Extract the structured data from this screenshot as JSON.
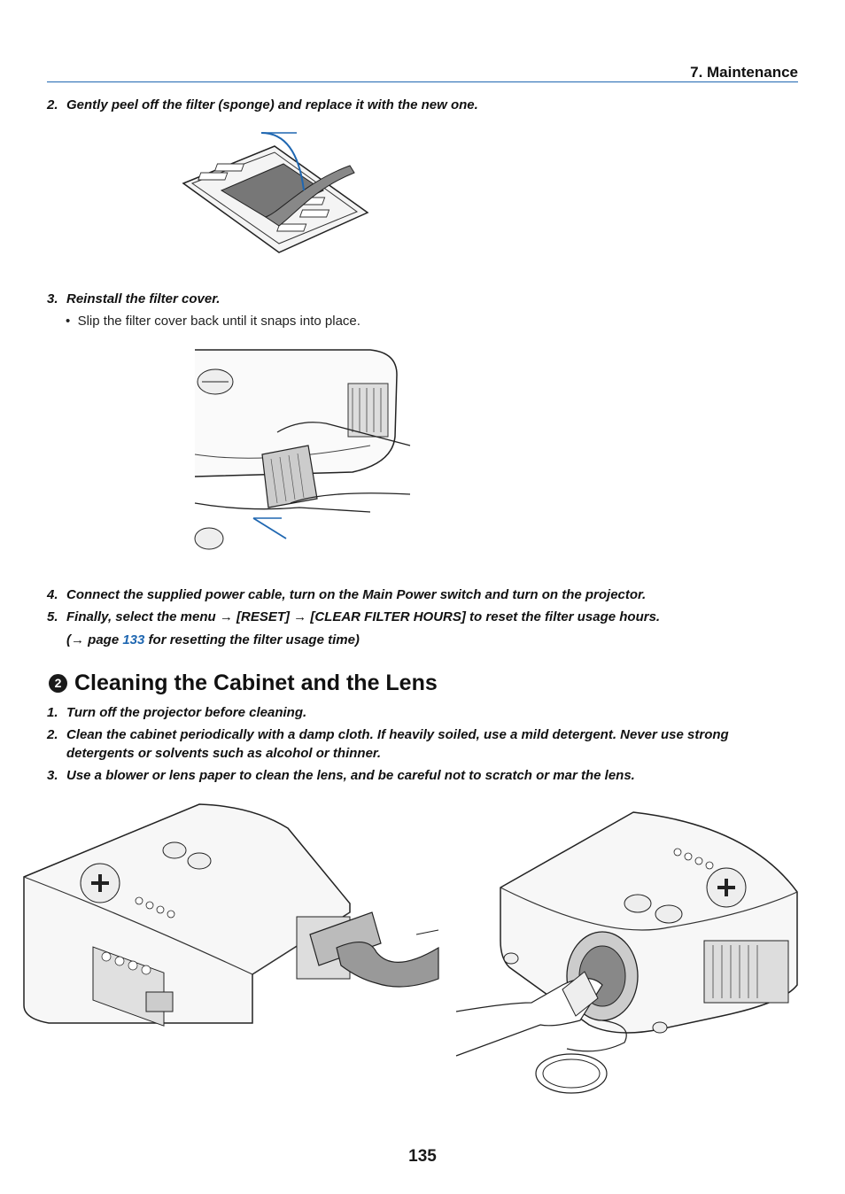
{
  "header": {
    "section": "7. Maintenance"
  },
  "steps_filter": [
    {
      "num": "2.",
      "text": "Gently peel off the filter (sponge) and replace it with the new one."
    },
    {
      "num": "3.",
      "text": "Reinstall the filter cover."
    }
  ],
  "bullet_1": "Slip the filter cover back until it snaps into place.",
  "steps_after": [
    {
      "num": "4.",
      "text": "Connect the supplied power cable, turn on the Main Power switch and turn on the projector."
    },
    {
      "num": "5.",
      "text": "Finally, select the menu → [RESET] → [CLEAR FILTER HOURS] to reset the filter usage hours."
    }
  ],
  "reference": {
    "prefix": "(→ page ",
    "page_link": "133",
    "suffix": " for resetting the filter usage time)"
  },
  "section_cleaning": {
    "badge": "2",
    "title": "Cleaning the Cabinet and the Lens",
    "steps": [
      {
        "num": "1.",
        "text": "Turn off the projector before cleaning."
      },
      {
        "num": "2.",
        "line1": "Clean the cabinet periodically with a damp cloth. If heavily soiled, use a mild detergent. Never use strong",
        "line2": "detergents or solvents such as alcohol or thinner."
      },
      {
        "num": "3.",
        "text": "Use a blower or lens paper to clean the lens, and be careful not to scratch or mar the lens."
      }
    ]
  },
  "footer": {
    "page_number": "135"
  },
  "colors": {
    "accent": "#1f67b1",
    "text": "#111111"
  }
}
